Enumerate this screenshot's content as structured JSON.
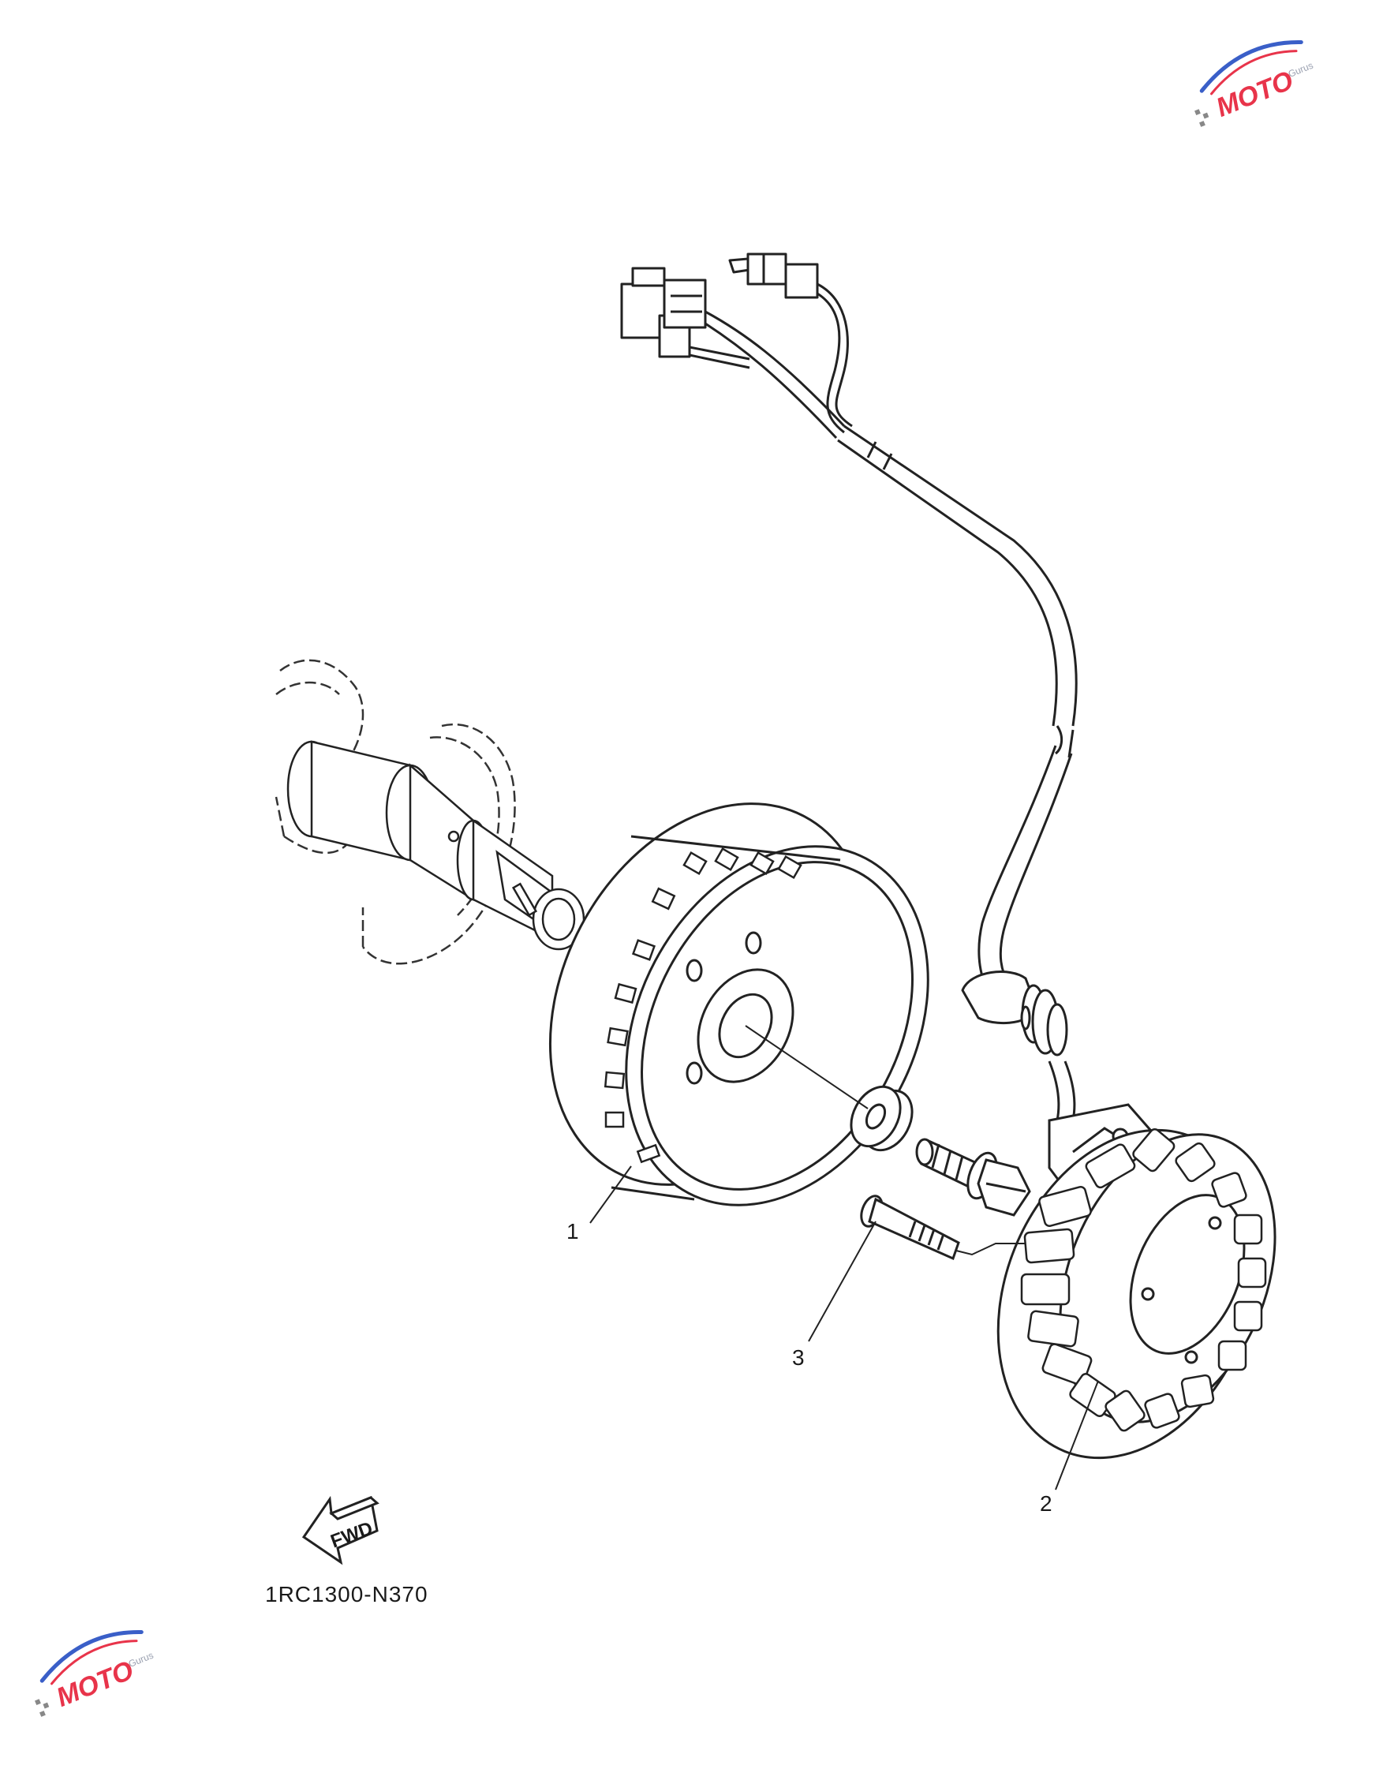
{
  "diagram": {
    "callouts": [
      {
        "id": "1",
        "label": "1"
      },
      {
        "id": "2",
        "label": "2"
      },
      {
        "id": "3",
        "label": "3"
      }
    ],
    "direction_arrow_label": "FWD",
    "drawing_code": "1RC1300-N370"
  },
  "watermark": {
    "brand": "MOTO",
    "sub": "Gurus",
    "colors": {
      "primary": "#e8344a",
      "secondary": "#3a5fc8",
      "gray": "#9aa0b0"
    }
  },
  "colors": {
    "line": "#222222",
    "background": "#ffffff"
  }
}
